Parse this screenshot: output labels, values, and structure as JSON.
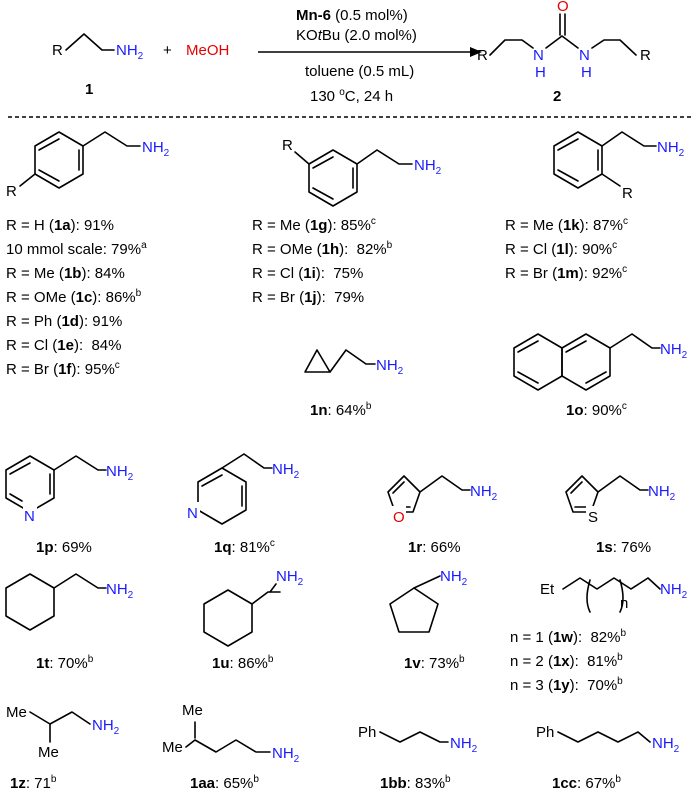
{
  "reaction": {
    "reactant_label": "1",
    "plus": "+",
    "methanol": "MeOH",
    "catalyst": "Mn-6",
    "catalyst_loading": "(0.5 mol%)",
    "base": "KOtBu (2.0 mol%)",
    "solvent": "toluene (0.5 mL)",
    "temperature": "130 °C, 24 h",
    "product_label": "2",
    "atoms": {
      "R": "R",
      "NH2": "NH2",
      "O": "O",
      "N": "N",
      "H": "H"
    }
  },
  "substrates": [
    {
      "id": "1a",
      "cond": "R = H",
      "yield": "91%",
      "note": ""
    },
    {
      "id": "",
      "cond": "10 mmol scale",
      "yield": "79%",
      "note": "a"
    },
    {
      "id": "1b",
      "cond": "R = Me",
      "yield": "84%",
      "note": ""
    },
    {
      "id": "1c",
      "cond": "R = OMe",
      "yield": "86%",
      "note": "b"
    },
    {
      "id": "1d",
      "cond": "R = Ph",
      "yield": "91%",
      "note": ""
    },
    {
      "id": "1e",
      "cond": "R = Cl",
      "yield": "84%",
      "note": ""
    },
    {
      "id": "1f",
      "cond": "R = Br",
      "yield": "95%",
      "note": "c"
    },
    {
      "id": "1g",
      "cond": "R = Me",
      "yield": "85%",
      "note": "c"
    },
    {
      "id": "1h",
      "cond": "R = OMe",
      "yield": "82%",
      "note": "b"
    },
    {
      "id": "1i",
      "cond": "R = Cl",
      "yield": "75%",
      "note": ""
    },
    {
      "id": "1j",
      "cond": "R = Br",
      "yield": "79%",
      "note": ""
    },
    {
      "id": "1k",
      "cond": "R = Me",
      "yield": "87%",
      "note": "c"
    },
    {
      "id": "1l",
      "cond": "R = Cl",
      "yield": "90%",
      "note": "c"
    },
    {
      "id": "1m",
      "cond": "R = Br",
      "yield": "92%",
      "note": "c"
    },
    {
      "id": "1n",
      "cond": "",
      "yield": "64%",
      "note": "b"
    },
    {
      "id": "1o",
      "cond": "",
      "yield": "90%",
      "note": "c"
    },
    {
      "id": "1p",
      "cond": "",
      "yield": "69%",
      "note": ""
    },
    {
      "id": "1q",
      "cond": "",
      "yield": "81%",
      "note": "c"
    },
    {
      "id": "1r",
      "cond": "",
      "yield": "66%",
      "note": ""
    },
    {
      "id": "1s",
      "cond": "",
      "yield": "76%",
      "note": ""
    },
    {
      "id": "1t",
      "cond": "",
      "yield": "70%",
      "note": "b"
    },
    {
      "id": "1u",
      "cond": "",
      "yield": "86%",
      "note": "b"
    },
    {
      "id": "1v",
      "cond": "",
      "yield": "73%",
      "note": "b"
    },
    {
      "id": "1w",
      "cond": "n = 1",
      "yield": "82%",
      "note": "b"
    },
    {
      "id": "1x",
      "cond": "n = 2",
      "yield": "81%",
      "note": "b"
    },
    {
      "id": "1y",
      "cond": "n = 3",
      "yield": "70%",
      "note": "b"
    },
    {
      "id": "1z",
      "cond": "",
      "yield": "71",
      "note": "b"
    },
    {
      "id": "1aa",
      "cond": "",
      "yield": "65%",
      "note": "b"
    },
    {
      "id": "1bb",
      "cond": "",
      "yield": "83%",
      "note": "b"
    },
    {
      "id": "1cc",
      "cond": "",
      "yield": "67%",
      "note": "b"
    }
  ],
  "structure_text": {
    "R": "R",
    "NH2": "NH2",
    "N": "N",
    "O": "O",
    "S": "S",
    "Me": "Me",
    "Et": "Et",
    "Ph": "Ph",
    "n": "n"
  }
}
